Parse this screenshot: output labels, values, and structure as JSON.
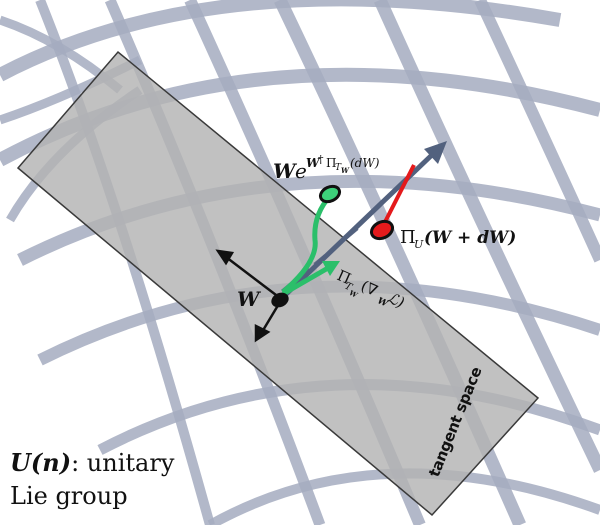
{
  "labels": {
    "exp_map_base": "W",
    "exp_map_e": "e",
    "exp_map_sup_w": "W",
    "exp_map_sup_dagger": "†",
    "exp_map_sup_pi": "Π",
    "exp_map_sup_sub": "T",
    "exp_map_sup_subsub": "W",
    "exp_map_sup_arg": "(dW)",
    "projection_pi": "Π",
    "projection_sub": "U",
    "projection_arg": "(W + dW)",
    "point_w": "W",
    "grad_pi": "Π",
    "grad_sub": "T",
    "grad_subsub": "W",
    "grad_arg_open": "(∇",
    "grad_arg_sub": "W",
    "grad_arg_close": "ℒ)",
    "tangent_space": "tangent space"
  },
  "caption": {
    "symbol": "U(n)",
    "line1_rest": ": unitary",
    "line2": "Lie group"
  },
  "colors": {
    "sphere_grid": "#9ea6bb",
    "tangent_plane": "#b9b9b9",
    "update_arrow": "#52617e",
    "retraction": "#2bbf6a",
    "projection_line": "#e41a1c",
    "point": "#111111"
  }
}
